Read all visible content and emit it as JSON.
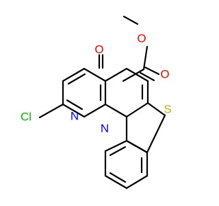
{
  "molecule": {
    "atoms": {
      "o_methyl": "O",
      "o_keto": "O",
      "o_carbonyl": "O",
      "sulfur": "S",
      "chlorine": "Cl",
      "n_pyridine": "N",
      "n_ring": "N"
    },
    "colors": {
      "bond": "#000000",
      "O": "#ff0000",
      "S": "#b8b800",
      "Cl": "#00bb00",
      "N": "#0000ff"
    }
  }
}
